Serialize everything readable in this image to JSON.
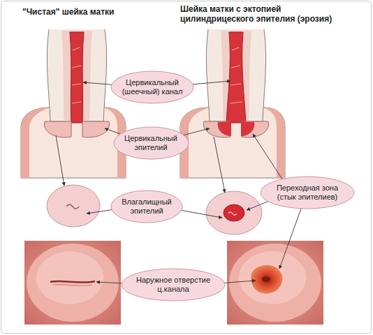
{
  "diagram": {
    "nodes": [
      {
        "text": [
          "Цервикальный (шеечный) канал"
        ]
      },
      {
        "text": [
          "Цервикальный эпителий"
        ]
      },
      {
        "text": [
          "Переходная зона (стык эпителиев)"
        ]
      },
      {
        "text": [
          "Влагалищный эпителий"
        ]
      },
      {
        "text": [
          "Наружное отверстие ц.канала"
        ]
      }
    ],
    "labels": [
      "\"Чистая\" шейка матки",
      "Шейка матки с эктопией цилиндрицеского эпителия (эрозия)"
    ]
  }
}
